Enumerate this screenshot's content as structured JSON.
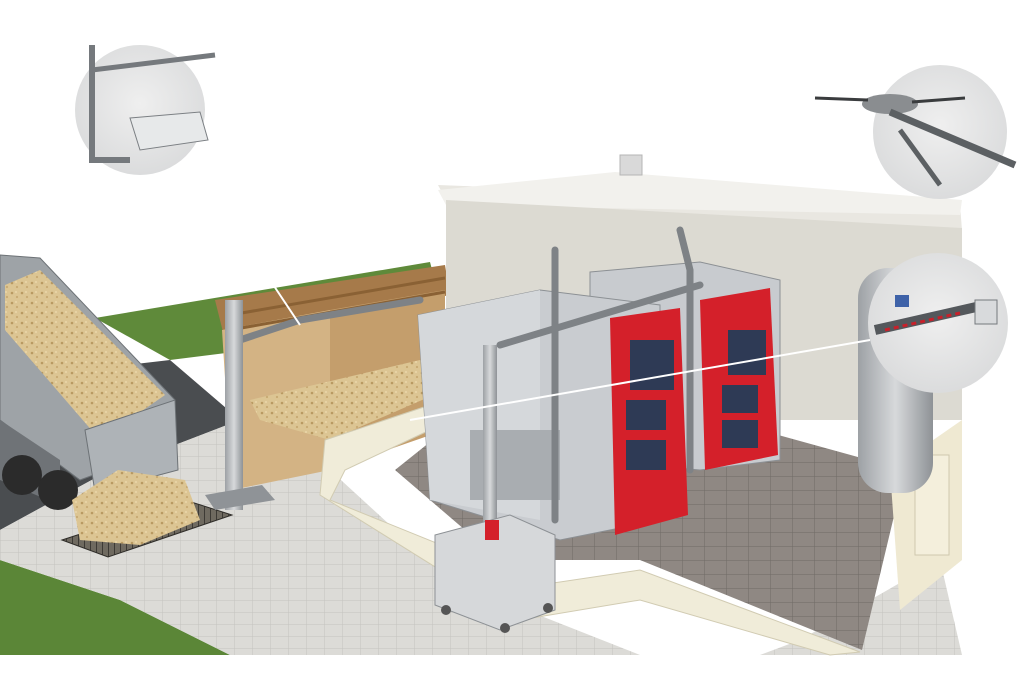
{
  "scene": {
    "components": [
      "dump-truck",
      "wood-chip-load",
      "intake-grate",
      "vertical-screw-conveyor",
      "chip-storage-bunker",
      "horizontal-feed-conveyor",
      "boiler-house",
      "biomass-boiler-left",
      "biomass-boiler-right",
      "fuel-transport-pipe",
      "ash-container",
      "buffer-tank"
    ],
    "detail_callouts": [
      {
        "name": "conveyor-detail-callout",
        "depicts": "vertical-and-horizontal-conveyor-with-hopper"
      },
      {
        "name": "agitator-detail-callout",
        "depicts": "spring-arm-agitator-with-screw"
      },
      {
        "name": "screw-detail-callout",
        "depicts": "feed-screw-with-motor"
      }
    ]
  },
  "colors": {
    "background": "#ffffff",
    "grass": "#5f8a3a",
    "asphalt": "#4a4d50",
    "paving": "#d9d8d4",
    "wall": "#eeeadf",
    "floor_tile": "#8c8580",
    "boiler_body": "#c9ccd0",
    "boiler_red": "#d4202a",
    "boiler_navy": "#2e3a55",
    "chips": "#d9c28e",
    "wood_bunker": "#c9a877",
    "truck_grey": "#9ea3a7",
    "callout_bg": "#e4e5e6"
  }
}
